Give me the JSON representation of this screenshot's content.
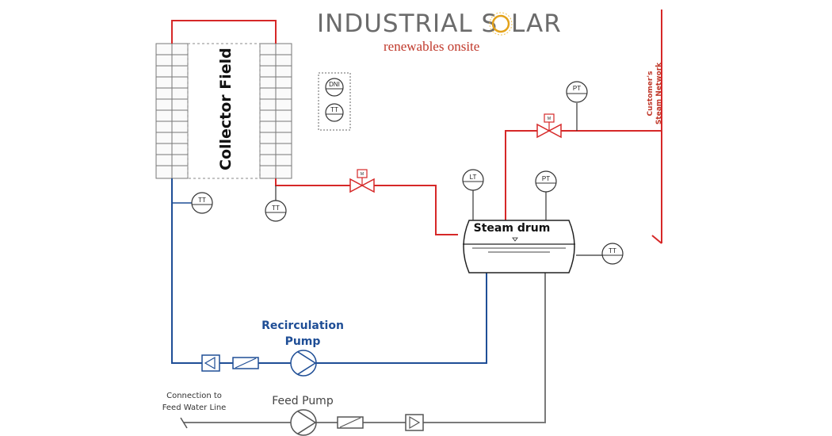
{
  "logo": {
    "title_before": "INDUSTRIAL S",
    "title_after": "LAR",
    "tagline": "renewables onsite"
  },
  "labels": {
    "collector_field": "Collector Field",
    "steam_drum": "Steam drum",
    "recirculation_pump_line1": "Recirculation",
    "recirculation_pump_line2": "Pump",
    "feed_pump": "Feed Pump",
    "connection_line1": "Connection to",
    "connection_line2": "Feed Water Line",
    "customer_line1": "Customer's",
    "customer_line2": "Steam Network"
  },
  "instruments": {
    "dni": "DNI",
    "tt": "TT",
    "lt": "LT",
    "pt": "PT",
    "valve_actuator": "M"
  },
  "colors": {
    "hot_line": "#d62828",
    "recirculation_line": "#1f4e96",
    "feed_line": "#7a7a7a",
    "pump_label_blue": "#1f4e96",
    "network_label_red": "#c0392b",
    "logo_sun": "#e3a21a"
  }
}
